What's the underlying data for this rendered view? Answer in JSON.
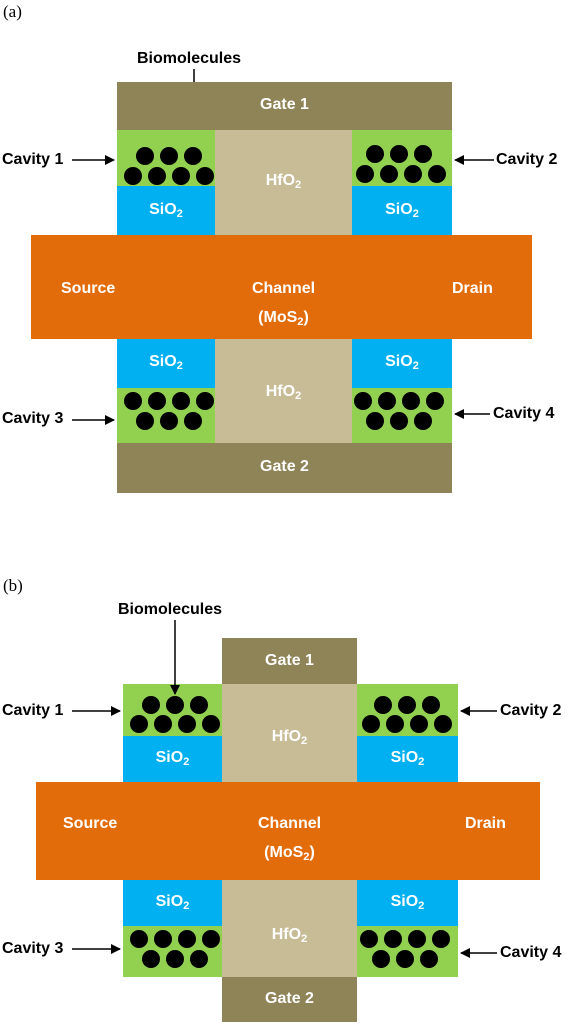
{
  "panel_a": {
    "label": "(a)",
    "biomolecules": "Biomolecules",
    "gate1": "Gate 1",
    "gate2": "Gate 2",
    "hfo2": "HfO",
    "sio2": "SiO",
    "source": "Source",
    "drain": "Drain",
    "channel": "Channel",
    "channel_material": "(MoS",
    "cavity1": "Cavity 1",
    "cavity2": "Cavity 2",
    "cavity3": "Cavity 3",
    "cavity4": "Cavity 4"
  },
  "panel_b": {
    "label": "(b)",
    "biomolecules": "Biomolecules",
    "gate1": "Gate 1",
    "gate2": "Gate 2",
    "hfo2": "HfO",
    "sio2": "SiO",
    "source": "Source",
    "drain": "Drain",
    "channel": "Channel",
    "channel_material": "(MoS",
    "cavity1": "Cavity 1",
    "cavity2": "Cavity 2",
    "cavity3": "Cavity 3",
    "cavity4": "Cavity 4"
  },
  "common": {
    "subscript": "2",
    "channel_close": ")"
  },
  "colors": {
    "gate": "#8f8458",
    "cavity": "#92d050",
    "sio2": "#00b0f0",
    "hfo2": "#c7bc96",
    "channel": "#e36c0a",
    "biomolecule": "#000000"
  }
}
